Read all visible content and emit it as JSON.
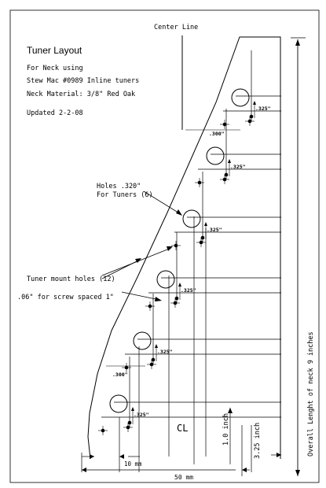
{
  "header": {
    "title": "Tuner Layout",
    "line1": "For Neck using",
    "line2": "Stew Mac #0989 Inline tuners",
    "line3": "Neck Material: 3/8\" Red Oak",
    "updated": "Updated  2-2-08"
  },
  "labels": {
    "center_line": "Center Line",
    "holes_1": "Holes .320\"",
    "holes_2": "For Tuners (6)",
    "mount_holes": "Tuner mount holes (12)",
    "screw_spacing": ".06\" for screw spaced 1\"",
    "cl": "CL",
    "overall_length": "Overall Lenght of neck 9 inches"
  },
  "dimensions": {
    "d325": ".325\"",
    "d300": ".300\"",
    "inch_1": "1.0 inch",
    "inch_325": "3.25 inch",
    "mm_10": "10 mm",
    "mm_50": "50 mm"
  },
  "tuners": [
    {
      "index": 1
    },
    {
      "index": 2
    },
    {
      "index": 3
    },
    {
      "index": 4
    },
    {
      "index": 5
    },
    {
      "index": 6
    }
  ]
}
